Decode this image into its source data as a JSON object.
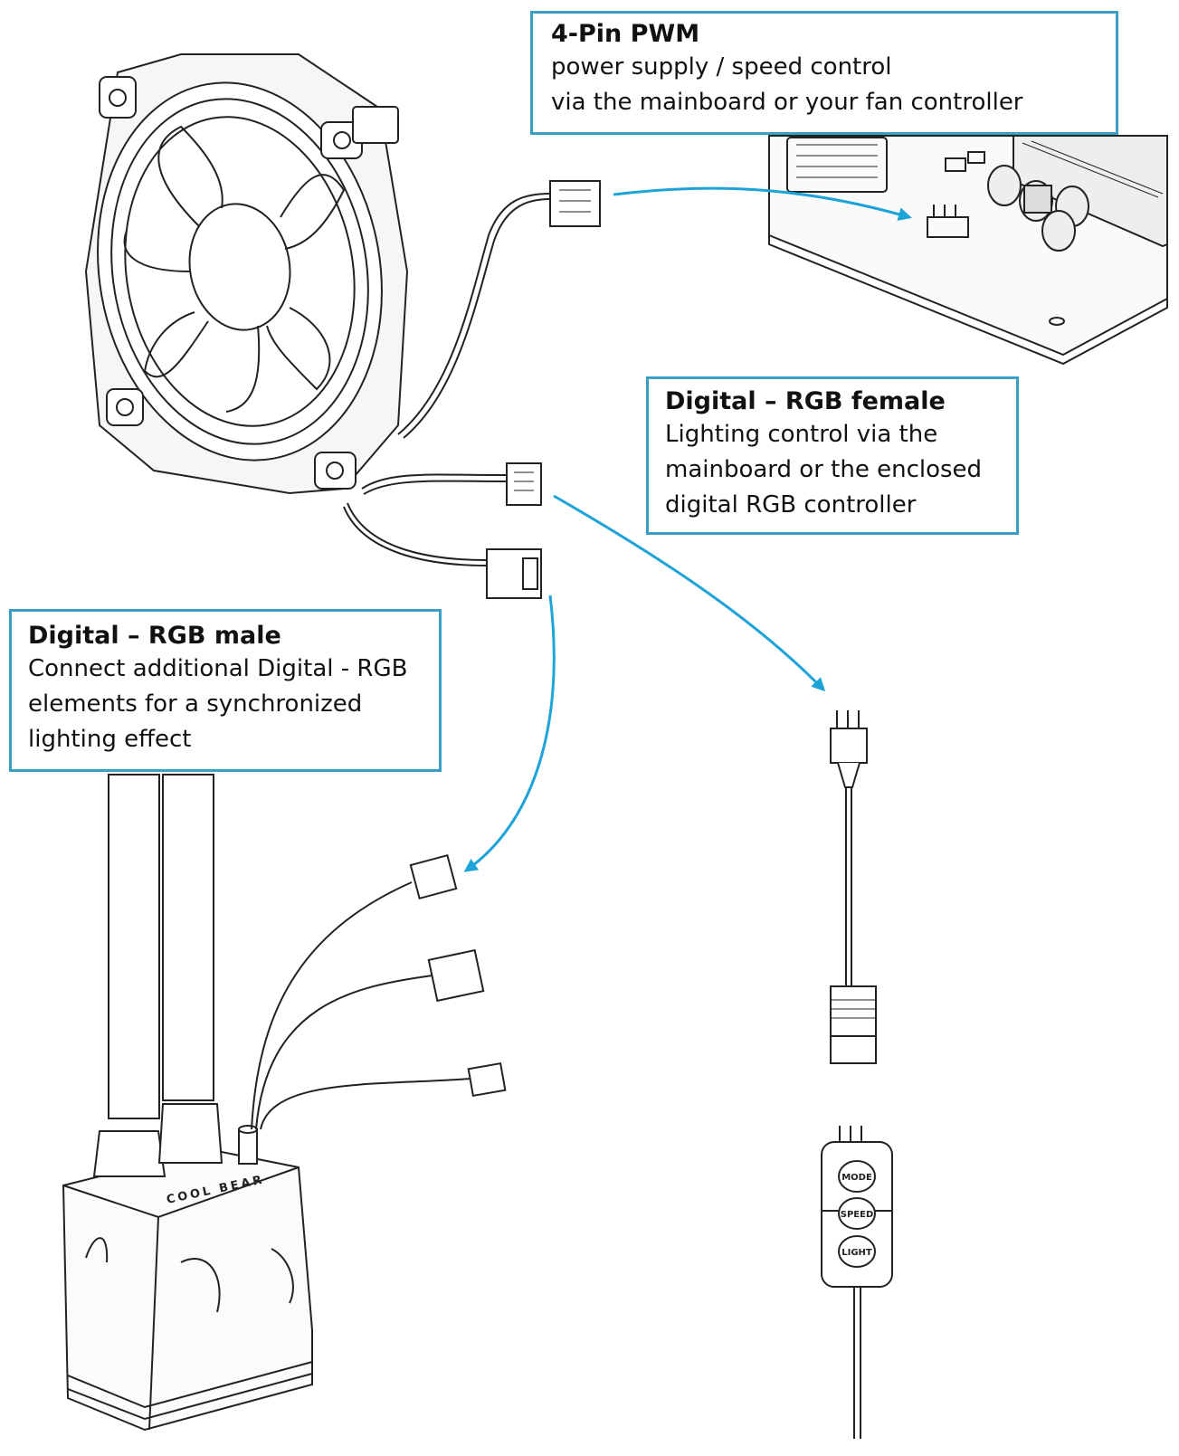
{
  "callouts": {
    "pwm": {
      "title": "4-Pin PWM",
      "lines": [
        "power supply / speed control",
        "via the mainboard or your fan controller"
      ]
    },
    "female": {
      "title": "Digital – RGB female",
      "lines": [
        "Lighting control via the",
        "mainboard or the enclosed",
        "digital RGB controller"
      ]
    },
    "male": {
      "title": "Digital – RGB male",
      "lines": [
        "Connect additional Digital - RGB",
        "elements for a synchronized",
        "lighting effect"
      ]
    }
  },
  "controller_buttons": [
    "MODE",
    "SPEED",
    "LIGHT"
  ],
  "pump_logo": "COOL BEAR",
  "colors": {
    "arrow": "#1ea3d8",
    "border": "#3a9fc4",
    "line": "#222222"
  }
}
